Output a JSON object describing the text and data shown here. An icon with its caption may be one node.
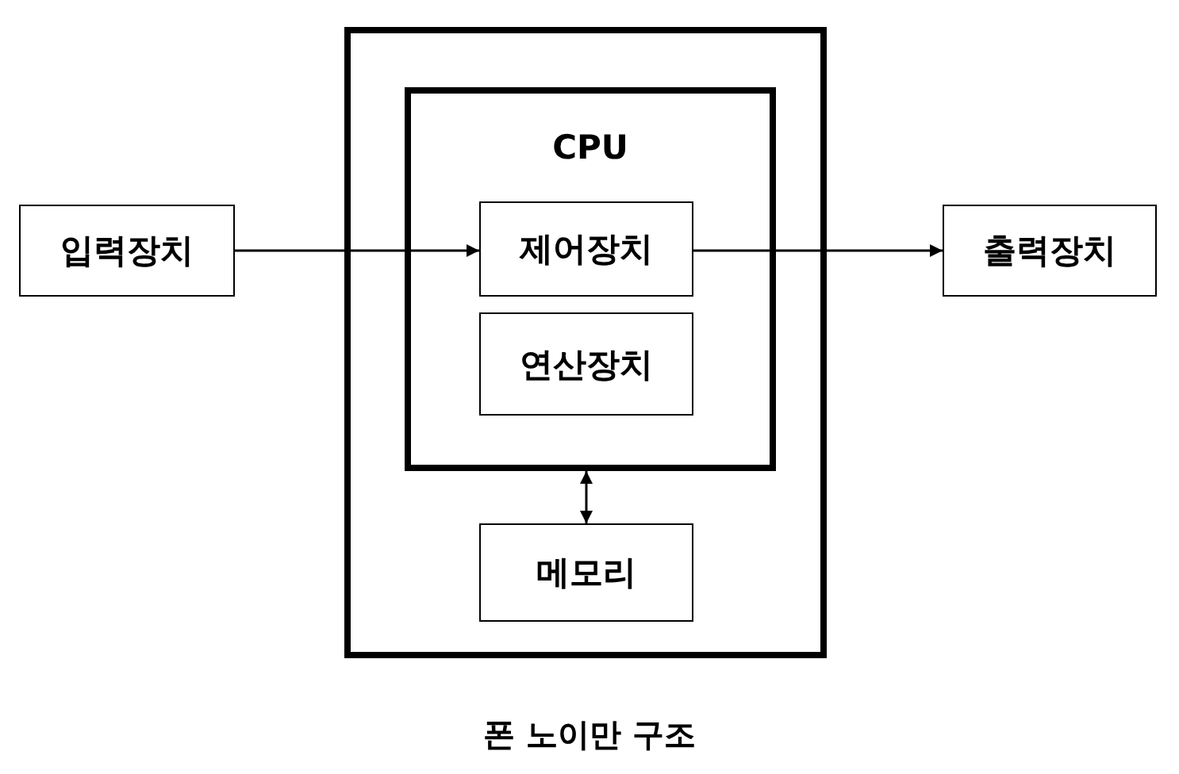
{
  "diagram": {
    "caption": "폰 노이만 구조",
    "nodes": [
      {
        "text": [],
        "shape": "box"
      },
      {
        "text": [
          "CPU"
        ],
        "in": 0
      },
      {
        "text": [
          "제어장치"
        ],
        "in": 1
      },
      {
        "text": [
          "연산장치"
        ],
        "in": 1
      },
      {
        "text": [
          "메모리"
        ],
        "in": 0
      },
      {
        "text": [
          "입력장치"
        ]
      },
      {
        "text": [
          "출력장치"
        ]
      }
    ],
    "edges": [
      {
        "from": 5,
        "to": 2,
        "arrow": "to"
      },
      {
        "from": 2,
        "to": 6,
        "arrow": "to"
      },
      {
        "from": 1,
        "to": 4,
        "arrow": "both"
      }
    ]
  }
}
